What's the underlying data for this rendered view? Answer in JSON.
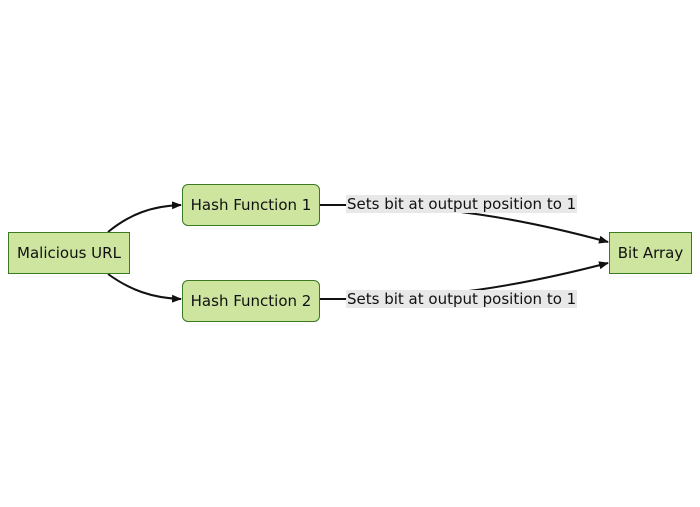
{
  "colors": {
    "node_fill": "#cde59f",
    "node_border": "#3b7a1f",
    "edge": "#111111",
    "label_bg": "#e8e8e8"
  },
  "nodes": {
    "malicious_url": "Malicious URL",
    "hash_function_1": "Hash Function 1",
    "hash_function_2": "Hash Function 2",
    "bit_array": "Bit Array"
  },
  "edges": {
    "label_hash1_to_bitarray": "Sets bit at output position to 1",
    "label_hash2_to_bitarray": "Sets bit at output position to 1"
  }
}
